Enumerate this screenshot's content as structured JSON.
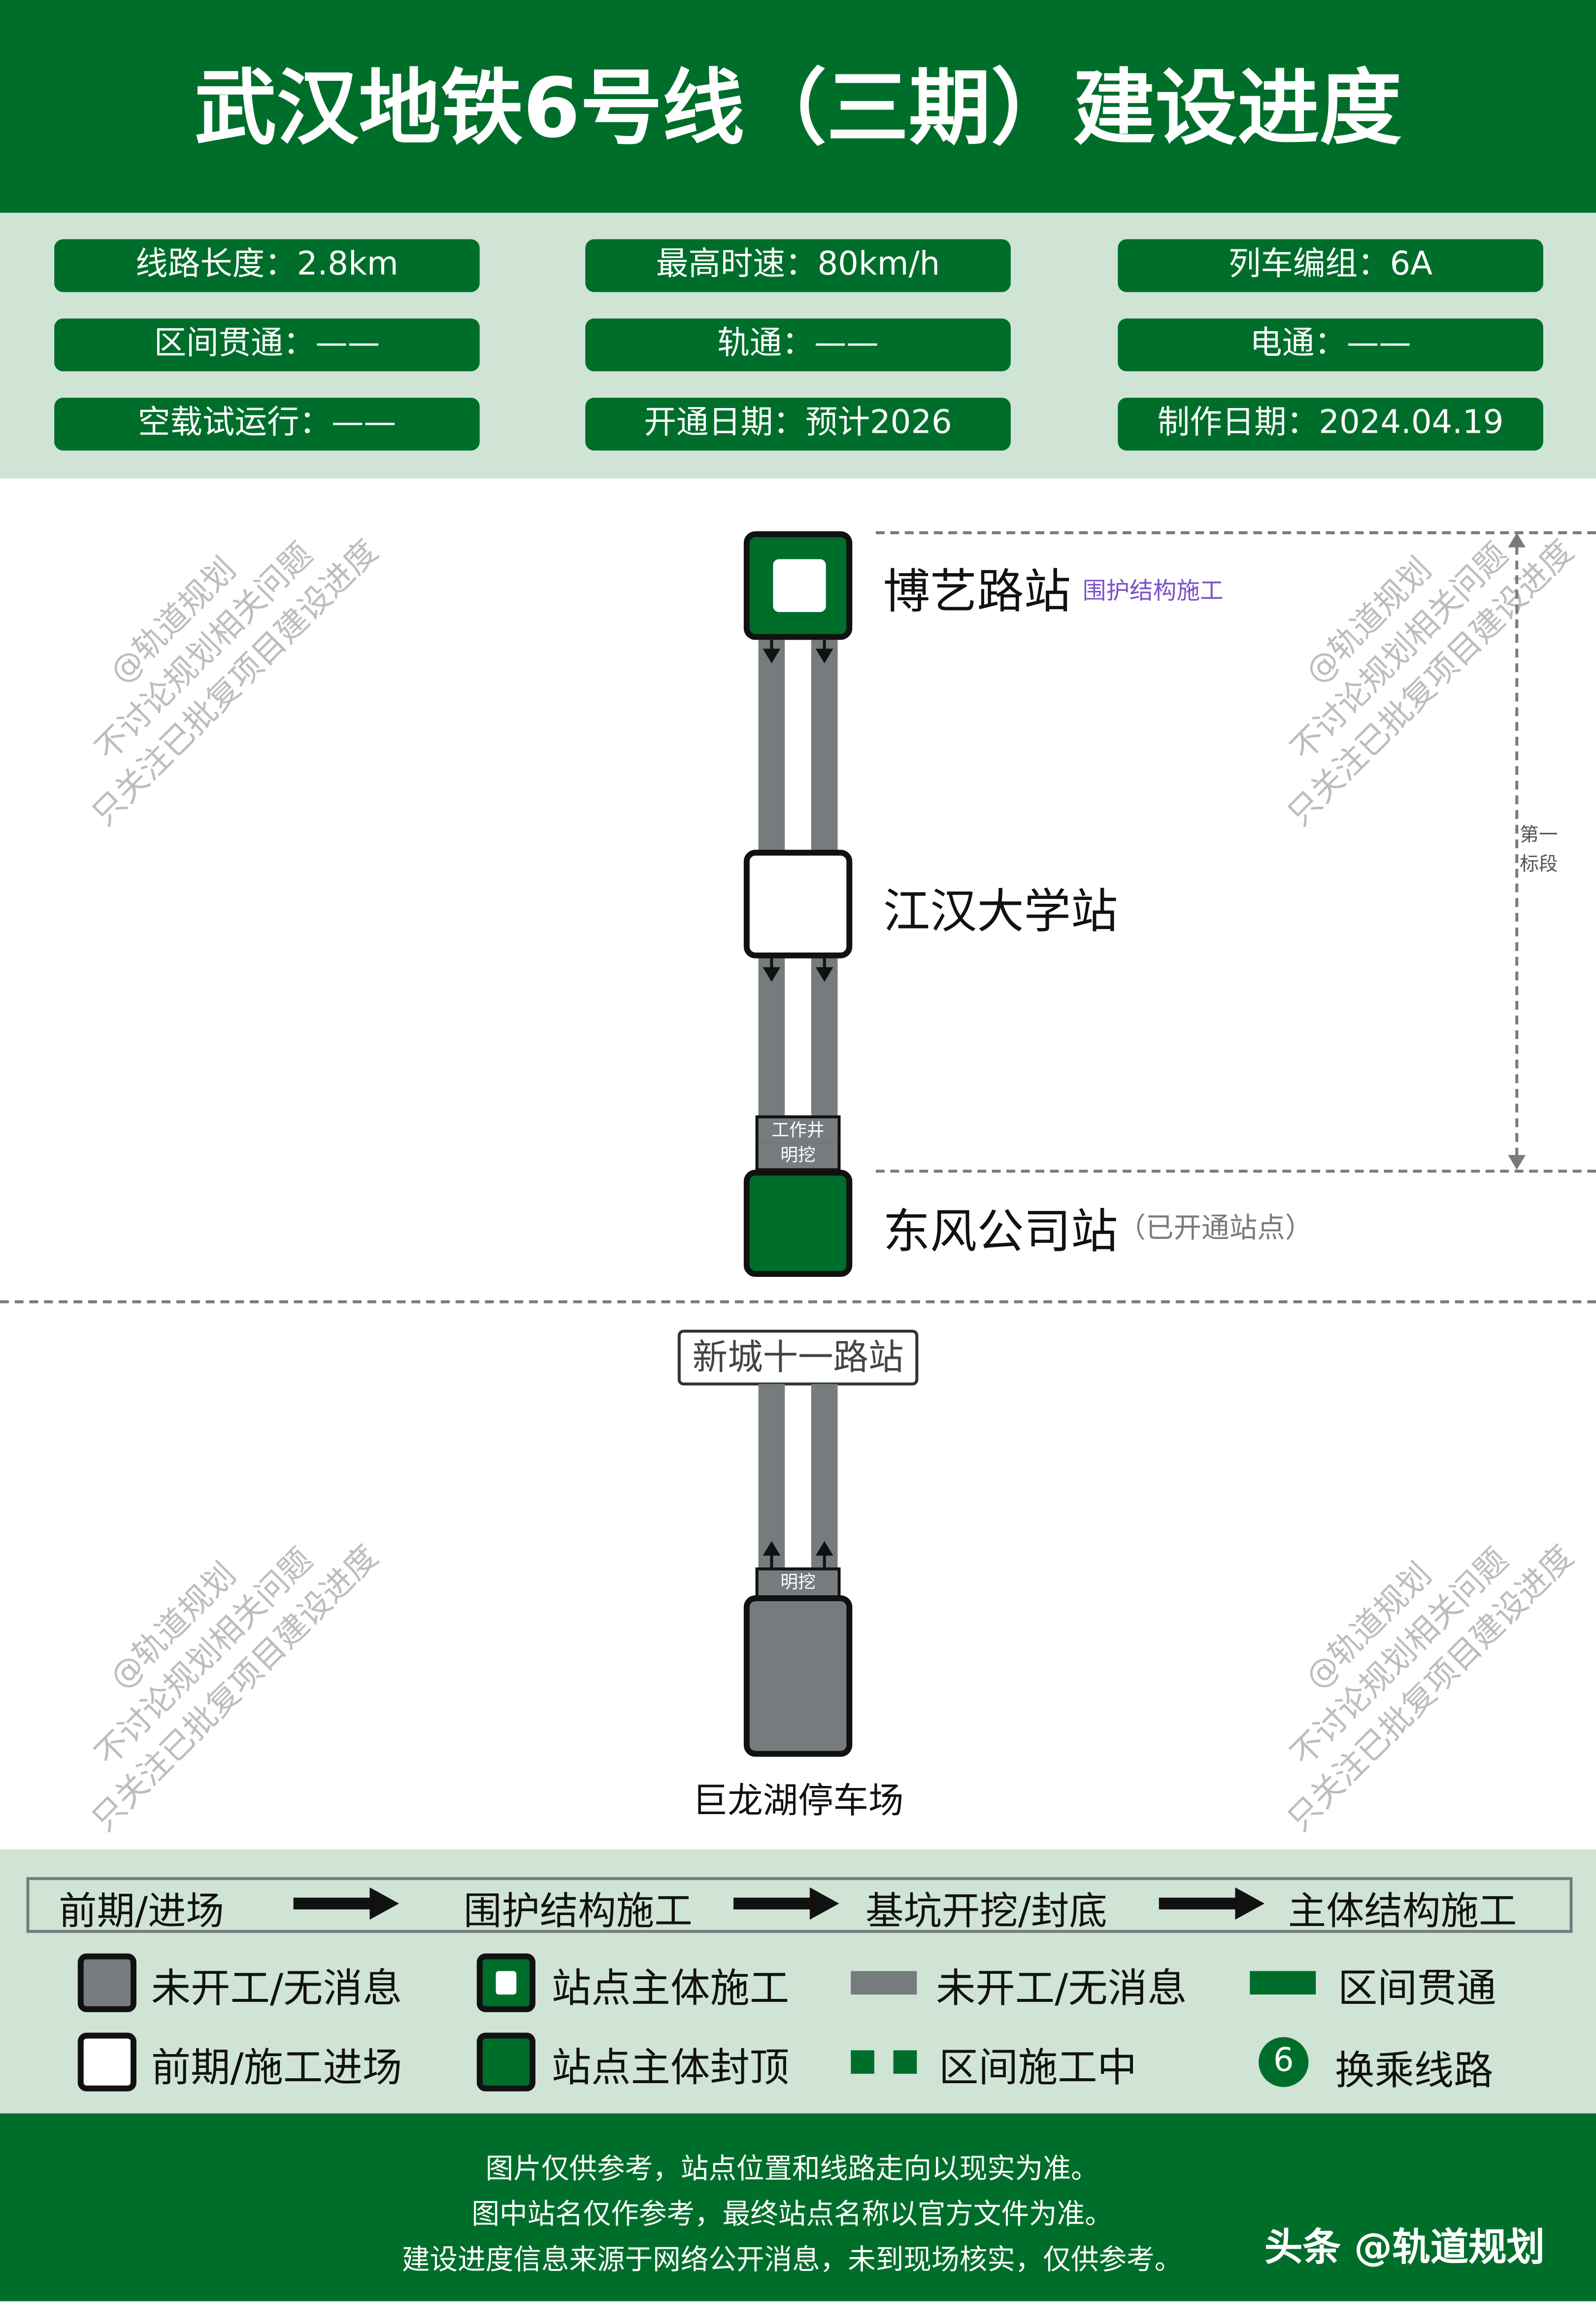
{
  "title": "武汉地铁6号线（三期）建设进度",
  "info": [
    [
      "线路长度：2.8km",
      "最高时速：80km/h",
      "列车编组：6A"
    ],
    [
      "区间贯通：——",
      "轨通：——",
      "电通：——"
    ],
    [
      "空载试运行：——",
      "开通日期：预计2026",
      "制作日期：2024.04.19"
    ]
  ],
  "watermark": [
    "@轨道规划",
    "不讨论规划相关问题",
    "只关注已批复项目建设进度"
  ],
  "stations": {
    "boyilu": {
      "name": "博艺路站",
      "status": "围护结构施工"
    },
    "jianghan": {
      "name": "江汉大学站"
    },
    "dongfeng": {
      "name": "东风公司站",
      "note": "（已开通站点）"
    },
    "xincheng": {
      "name": "新城十一路站"
    },
    "depot": {
      "name": "巨龙湖停车场"
    }
  },
  "shaft": {
    "top": "工作井",
    "bottom": "明挖"
  },
  "depot_cut": "明挖",
  "section": [
    "第一",
    "标段"
  ],
  "process": [
    "前期/进场",
    "围护结构施工",
    "基坑开挖/封底",
    "主体结构施工"
  ],
  "legend": {
    "not_started_station": "未开工/无消息",
    "main_construction": "站点主体施工",
    "not_started_section": "未开工/无消息",
    "section_through": "区间贯通",
    "preliminary": "前期/施工进场",
    "main_capped": "站点主体封顶",
    "section_construction": "区间施工中",
    "transfer_num": "6",
    "transfer": "换乘线路"
  },
  "footer": [
    "图片仅供参考，站点位置和线路走向以现实为准。",
    "图中站名仅作参考，最终站点名称以官方文件为准。",
    "建设进度信息来源于网络公开消息，未到现场核实，仅供参考。"
  ],
  "brand": "头条 @轨道规划",
  "colors": {
    "green": "#006e2b",
    "gray": "#767b7e",
    "light": "#d0e4d6",
    "purple": "#7b52c9"
  }
}
